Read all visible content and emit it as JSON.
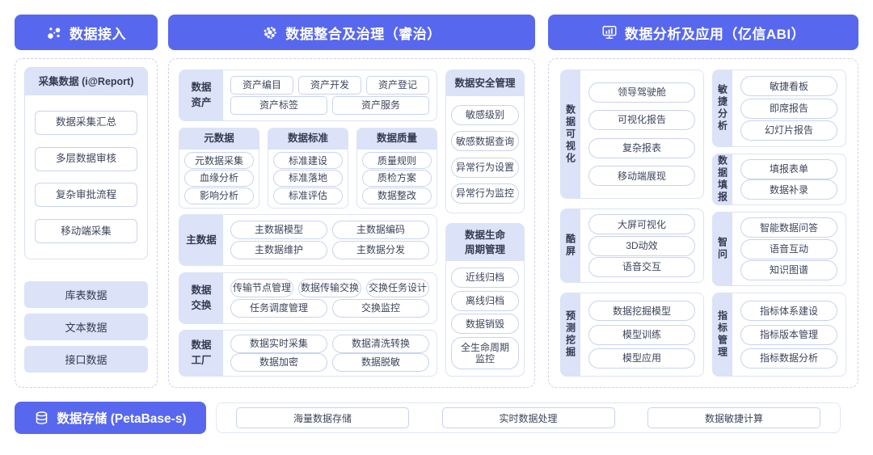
{
  "colors": {
    "primary": "#5768EE",
    "lavender": "#DCE2F8",
    "pill_border": "#C9D3F0",
    "panel_border": "#CBD1E4"
  },
  "headers": {
    "access": {
      "label": "数据接入",
      "icon": "network-dots-icon"
    },
    "governance": {
      "label": "数据整合及治理（睿治）",
      "icon": "dots-cluster-icon"
    },
    "analysis": {
      "label": "数据分析及应用（亿信ABI）",
      "icon": "monitor-chart-icon"
    }
  },
  "left": {
    "collect": {
      "title": "采集数据 (i@Report)",
      "items": [
        "数据采集汇总",
        "多层数据审核",
        "复杂审批流程",
        "移动端采集"
      ]
    },
    "sources": [
      "库表数据",
      "文本数据",
      "接口数据"
    ]
  },
  "middle": {
    "asset": {
      "label": "数据\n资产",
      "row1": [
        "资产编目",
        "资产开发",
        "资产登记"
      ],
      "row2": [
        "资产标签",
        "资产服务"
      ]
    },
    "columns": [
      {
        "title": "元数据",
        "items": [
          "元数据采集",
          "血缘分析",
          "影响分析"
        ]
      },
      {
        "title": "数据标准",
        "items": [
          "标准建设",
          "标准落地",
          "标准评估"
        ]
      },
      {
        "title": "数据质量",
        "items": [
          "质量规则",
          "质检方案",
          "数据整改"
        ]
      }
    ],
    "master": {
      "label": "主数据",
      "row1": [
        "主数据模型",
        "主数据编码"
      ],
      "row2": [
        "主数据维护",
        "主数据分发"
      ]
    },
    "exchange": {
      "label": "数据\n交换",
      "row1": [
        "传输节点管理",
        "数据传输交换",
        "交换任务设计"
      ],
      "row2": [
        "任务调度管理",
        "交换监控"
      ]
    },
    "factory": {
      "label": "数据\n工厂",
      "row1": [
        "数据实时采集",
        "数据清洗转换"
      ],
      "row2": [
        "数据加密",
        "数据脱敏"
      ]
    },
    "security": {
      "title": "数据安全管理",
      "items": [
        "敏感级别",
        "敏感数据查询",
        "异常行为设置",
        "异常行为监控"
      ]
    },
    "lifecycle": {
      "title": "数据生命\n周期管理",
      "items": [
        "近线归档",
        "离线归档",
        "数据销毁",
        "全生命周期\n监控"
      ]
    }
  },
  "right": {
    "visualization": {
      "label": "数据可视化",
      "items": [
        "领导驾驶舱",
        "可视化报告",
        "复杂报表",
        "移动端展现"
      ]
    },
    "coolscreen": {
      "label": "酷屏",
      "items": [
        "大屏可视化",
        "3D动效",
        "语音交互"
      ]
    },
    "mining": {
      "label": "预测挖掘",
      "items": [
        "数据挖掘模型",
        "模型训练",
        "模型应用"
      ]
    },
    "agile": {
      "label": "敏捷分析",
      "items": [
        "敏捷看板",
        "即席报告",
        "幻灯片报告"
      ]
    },
    "filling": {
      "label": "数据填报",
      "items": [
        "填报表单",
        "数据补录"
      ]
    },
    "qa": {
      "label": "智问",
      "items": [
        "智能数据问答",
        "语音互动",
        "知识图谱"
      ]
    },
    "indicator": {
      "label": "指标管理",
      "items": [
        "指标体系建设",
        "指标版本管理",
        "指标数据分析"
      ]
    }
  },
  "storage": {
    "label": "数据存储 (PetaBase-s)",
    "icon": "database-icon",
    "items": [
      "海量数据存储",
      "实时数据处理",
      "数据敏捷计算"
    ]
  }
}
